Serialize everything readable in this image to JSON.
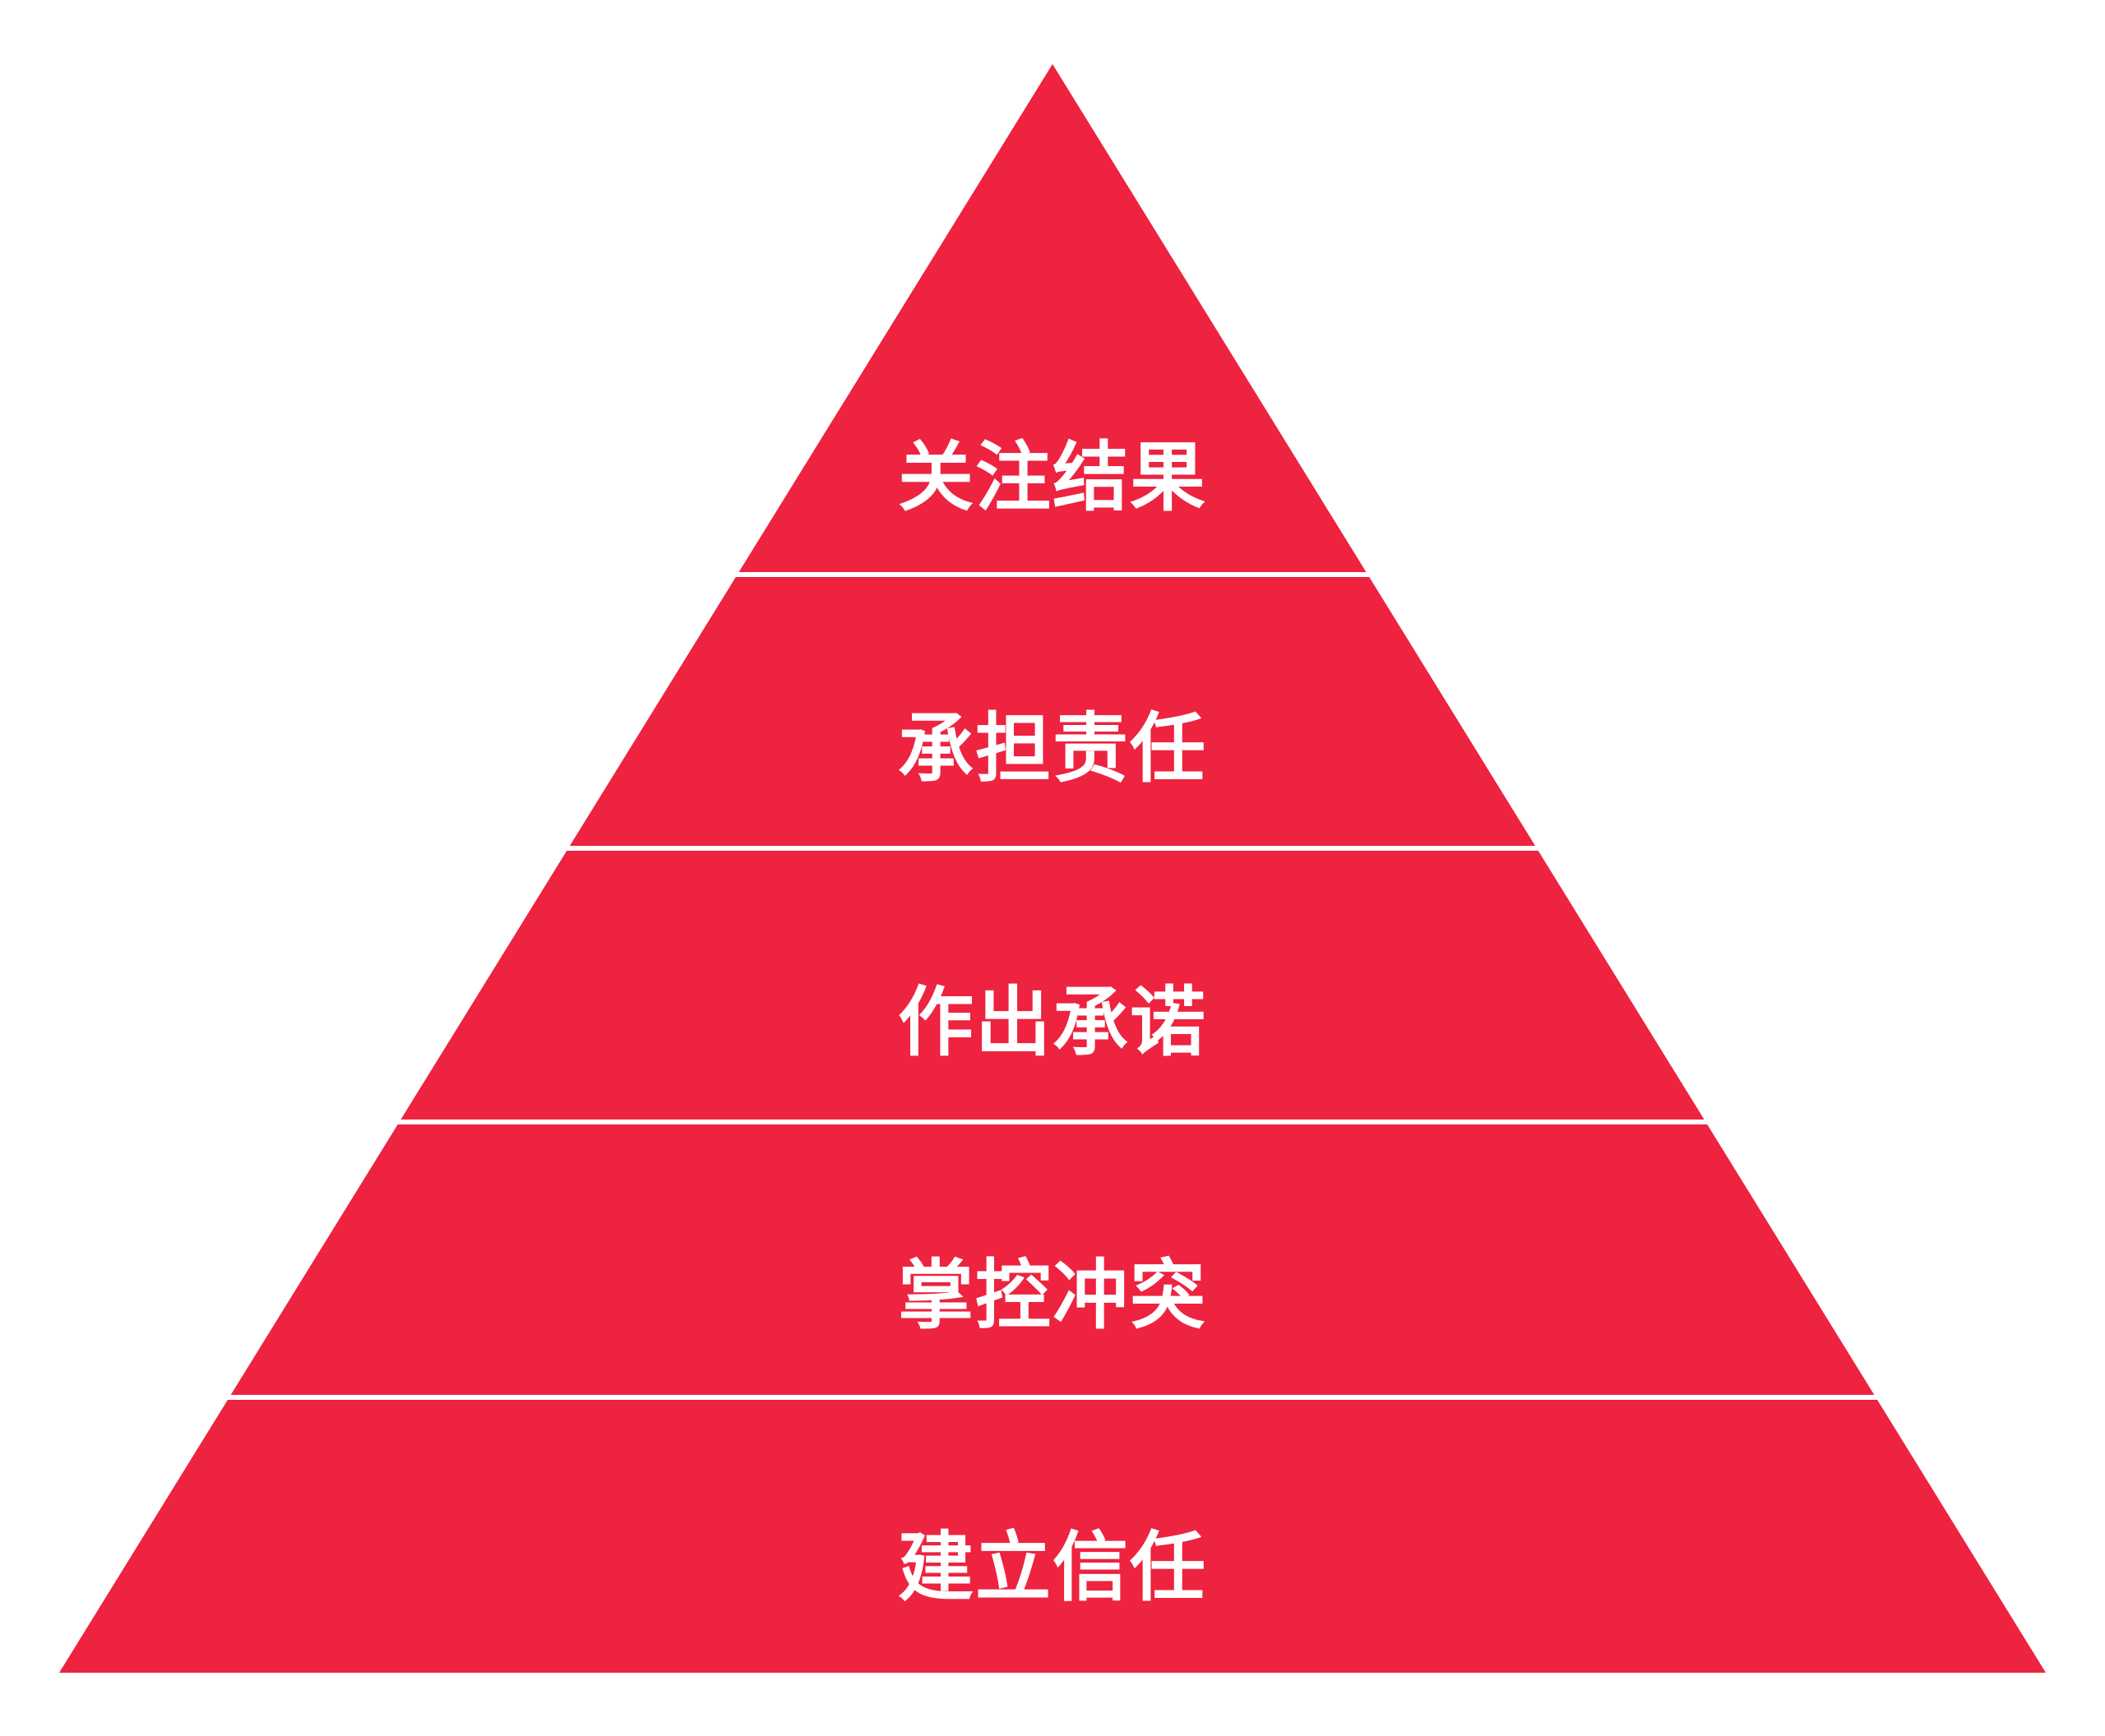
{
  "diagram": {
    "type": "pyramid",
    "fill_color": "#ED2340",
    "separator_color": "#FFFFFF",
    "levels_top_to_bottom": [
      {
        "label": "关注结果"
      },
      {
        "label": "承担责任"
      },
      {
        "label": "作出承诺"
      },
      {
        "label": "掌控冲突"
      },
      {
        "label": "建立信任"
      }
    ]
  }
}
